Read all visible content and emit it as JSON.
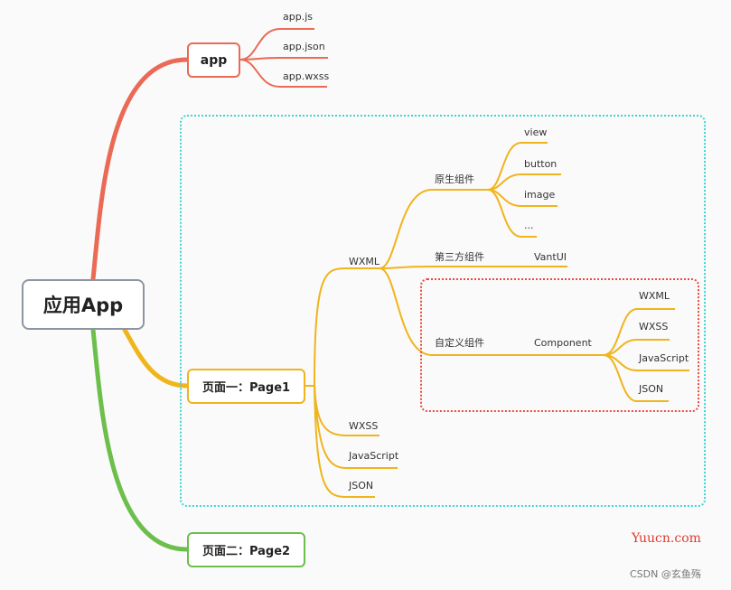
{
  "root": {
    "label": "应用App"
  },
  "app": {
    "label": "app",
    "files": [
      "app.js",
      "app.json",
      "app.wxss"
    ]
  },
  "page1": {
    "label": "页面一：Page1",
    "wxml": {
      "label": "WXML",
      "native": {
        "label": "原生组件",
        "items": [
          "view",
          "button",
          "image",
          "..."
        ]
      },
      "third_party": {
        "label": "第三方组件",
        "item": "VantUI"
      },
      "custom": {
        "label": "自定义组件",
        "component": "Component",
        "parts": [
          "WXML",
          "WXSS",
          "JavaScript",
          "JSON"
        ]
      }
    },
    "others": [
      "WXSS",
      "JavaScript",
      "JSON"
    ]
  },
  "page2": {
    "label": "页面二：Page2"
  },
  "watermarks": {
    "site": "Yuucn.com",
    "author": "CSDN @玄鱼殇"
  },
  "colors": {
    "app": "#ea6a55",
    "page1": "#f0b41c",
    "page2": "#6cbf4b",
    "root": "#8d95a3",
    "frame_cyan": "#3fd4cf",
    "frame_red": "#ea4a40"
  }
}
